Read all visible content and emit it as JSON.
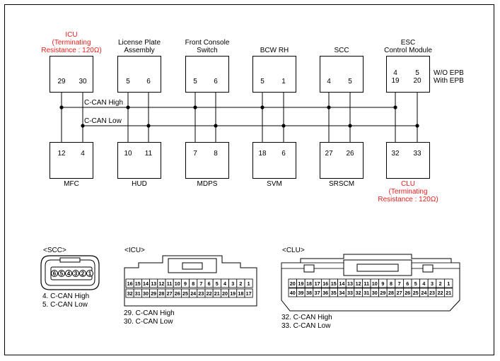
{
  "modules_top": [
    {
      "name_lines": [
        "ICU",
        "(Terminating",
        "Resistance : 120Ω)"
      ],
      "red": true,
      "pins": [
        "29",
        "30"
      ]
    },
    {
      "name_lines": [
        "License Plate",
        "Assembly"
      ],
      "red": false,
      "pins": [
        "5",
        "6"
      ]
    },
    {
      "name_lines": [
        "Front Console",
        "Switch"
      ],
      "red": false,
      "pins": [
        "5",
        "6"
      ]
    },
    {
      "name_lines": [
        "BCW RH"
      ],
      "red": false,
      "pins": [
        "5",
        "1"
      ]
    },
    {
      "name_lines": [
        "SCC"
      ],
      "red": false,
      "pins": [
        "4",
        "5"
      ]
    },
    {
      "name_lines": [
        "ESC",
        "Control Module"
      ],
      "red": false,
      "pins": [
        "4",
        "5"
      ],
      "pins2": [
        "19",
        "20"
      ]
    }
  ],
  "esc_notes": [
    "W/O EPB",
    "With EPB"
  ],
  "bus_lines": {
    "high": "C-CAN High",
    "low": "C-CAN Low"
  },
  "modules_bottom": [
    {
      "pins": [
        "12",
        "4"
      ],
      "name_lines": [
        "MFC"
      ],
      "red": false
    },
    {
      "pins": [
        "10",
        "11"
      ],
      "name_lines": [
        "HUD"
      ],
      "red": false
    },
    {
      "pins": [
        "7",
        "8"
      ],
      "name_lines": [
        "MDPS"
      ],
      "red": false
    },
    {
      "pins": [
        "18",
        "6"
      ],
      "name_lines": [
        "SVM"
      ],
      "red": false
    },
    {
      "pins": [
        "27",
        "26"
      ],
      "name_lines": [
        "SRSCM"
      ],
      "red": false
    },
    {
      "pins": [
        "32",
        "33"
      ],
      "name_lines": [
        "CLU",
        "(Terminating",
        "Resistance : 120Ω)"
      ],
      "red": true
    }
  ],
  "connectors": {
    "scc": {
      "title": "<SCC>",
      "pins": [
        "6",
        "5",
        "4",
        "3",
        "2",
        "1"
      ],
      "notes": [
        "4. C-CAN High",
        "5. C-CAN Low"
      ]
    },
    "icu": {
      "title": "<ICU>",
      "row1": [
        "16",
        "15",
        "14",
        "13",
        "12",
        "11",
        "10",
        "9",
        "8",
        "7",
        "6",
        "5",
        "4",
        "3",
        "2",
        "1"
      ],
      "row2": [
        "32",
        "31",
        "30",
        "29",
        "28",
        "27",
        "26",
        "25",
        "24",
        "23",
        "22",
        "21",
        "20",
        "19",
        "18",
        "17"
      ],
      "notes": [
        "29. C-CAN High",
        "30. C-CAN Low"
      ]
    },
    "clu": {
      "title": "<CLU>",
      "row1": [
        "20",
        "19",
        "18",
        "17",
        "16",
        "15",
        "14",
        "13",
        "12",
        "11",
        "10",
        "9",
        "8",
        "7",
        "6",
        "5",
        "4",
        "3",
        "2",
        "1"
      ],
      "row2": [
        "40",
        "39",
        "38",
        "37",
        "36",
        "35",
        "34",
        "33",
        "32",
        "31",
        "30",
        "29",
        "28",
        "27",
        "26",
        "25",
        "24",
        "23",
        "22",
        "21"
      ],
      "notes": [
        "32. C-CAN High",
        "33. C-CAN Low"
      ]
    }
  }
}
